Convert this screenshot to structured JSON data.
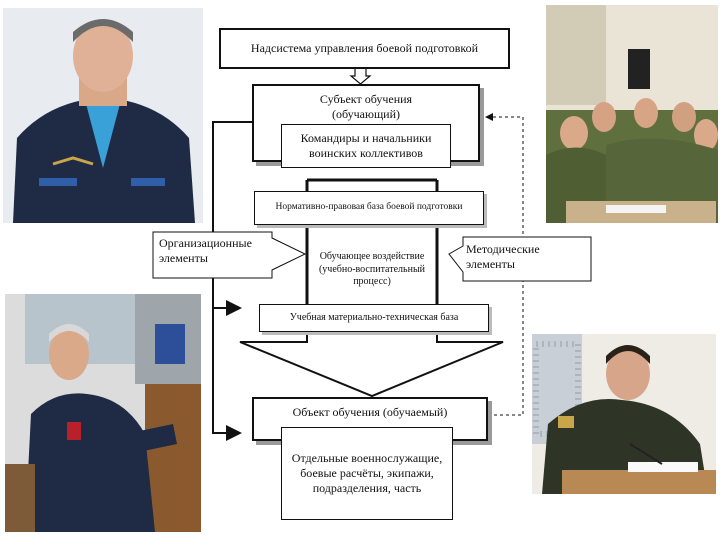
{
  "diagram": {
    "top_box": "Надсистема управления боевой подготовкой",
    "subject_box": "Субъект обучения (обучающий)",
    "subject_inner": "Командиры и начальники воинских коллективов",
    "normative_base": "Нормативно-правовая база боевой подготовки",
    "influence": "Обучающее воздействие (учебно-воспитательный процесс)",
    "material_base": "Учебная материально-техническая база",
    "org_elements": "Организационные элементы",
    "method_elements": "Методические элементы",
    "object_box": "Объект обучения (обучаемый)",
    "object_inner": "Отдельные военнослужащие, боевые расчёты, экипажи, подразделения, часть"
  },
  "colors": {
    "uniform_dark": "#1f2a44",
    "camo": "#5b6b3a",
    "wall": "#d9d4c7"
  }
}
